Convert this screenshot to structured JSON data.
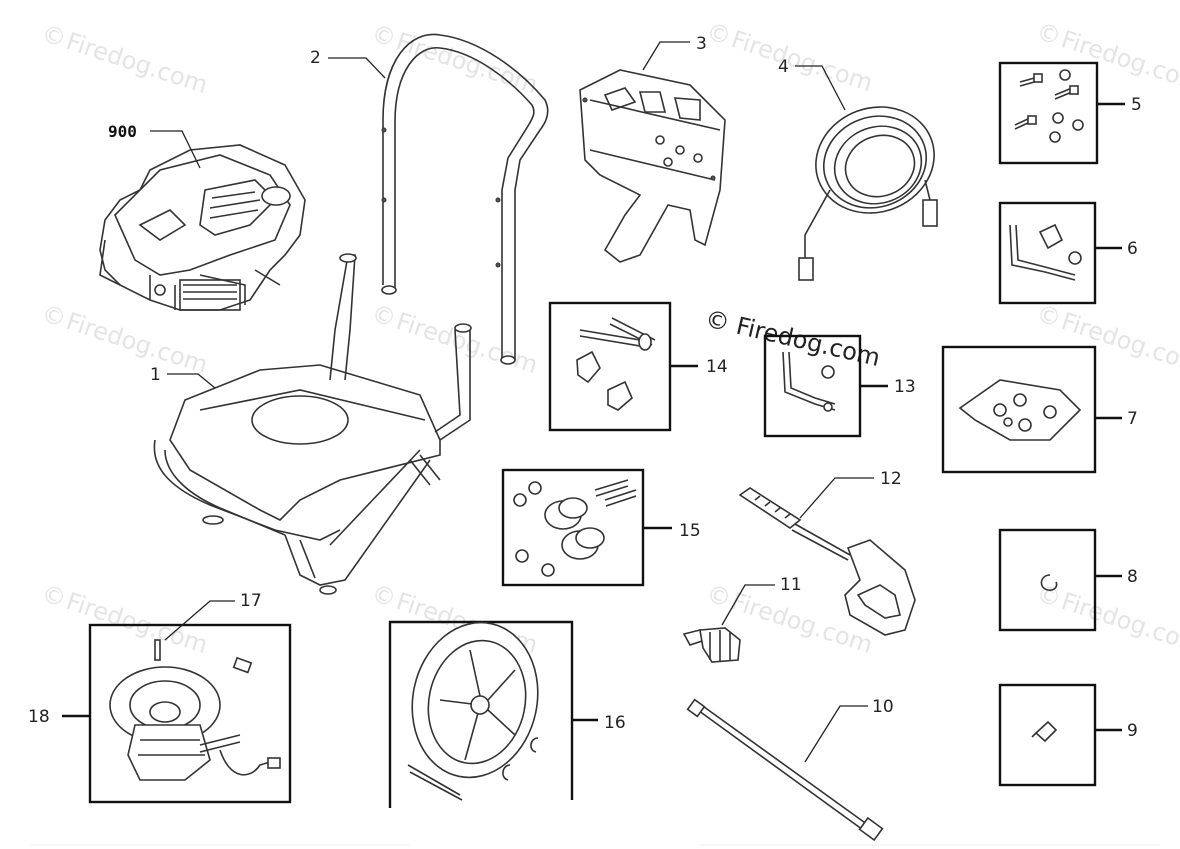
{
  "watermark": {
    "text": "Firedog.com",
    "main_text": "© Firedog.com",
    "symbol": "©"
  },
  "callouts": {
    "c900": "900",
    "c1": "1",
    "c2": "2",
    "c3": "3",
    "c4": "4",
    "c5": "5",
    "c6": "6",
    "c7": "7",
    "c8": "8",
    "c9": "9",
    "c10": "10",
    "c11": "11",
    "c12": "12",
    "c13": "13",
    "c14": "14",
    "c15": "15",
    "c16": "16",
    "c17": "17",
    "c18": "18"
  },
  "colors": {
    "line": "#222222",
    "watermark": "#cfcfcf",
    "background": "#ffffff"
  }
}
